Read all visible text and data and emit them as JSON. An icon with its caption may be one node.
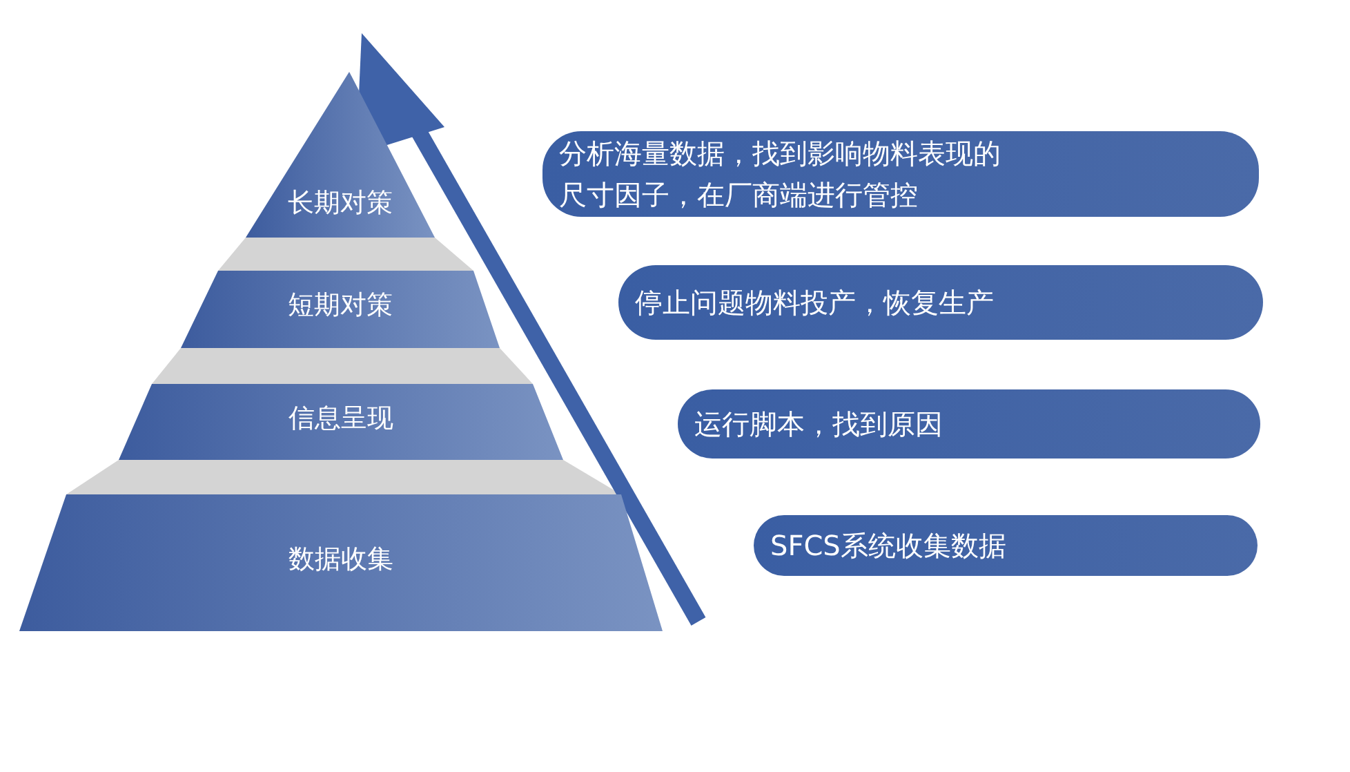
{
  "diagram": {
    "nodes": [
      {
        "text": [
          "长期对策"
        ]
      },
      {
        "text": [
          "短期对策"
        ]
      },
      {
        "text": [
          "信息呈现"
        ]
      },
      {
        "text": [
          "数据收集"
        ]
      },
      {
        "text": [
          "分析海量数据，找到影响物料表现的尺寸因子，在厂商端进行管控"
        ]
      },
      {
        "text": [
          "停止问题物料投产，恢复生产"
        ]
      },
      {
        "text": [
          "运行脚本，找到原因"
        ]
      },
      {
        "text": [
          "SFCS系统收集数据"
        ]
      }
    ],
    "edges": []
  }
}
